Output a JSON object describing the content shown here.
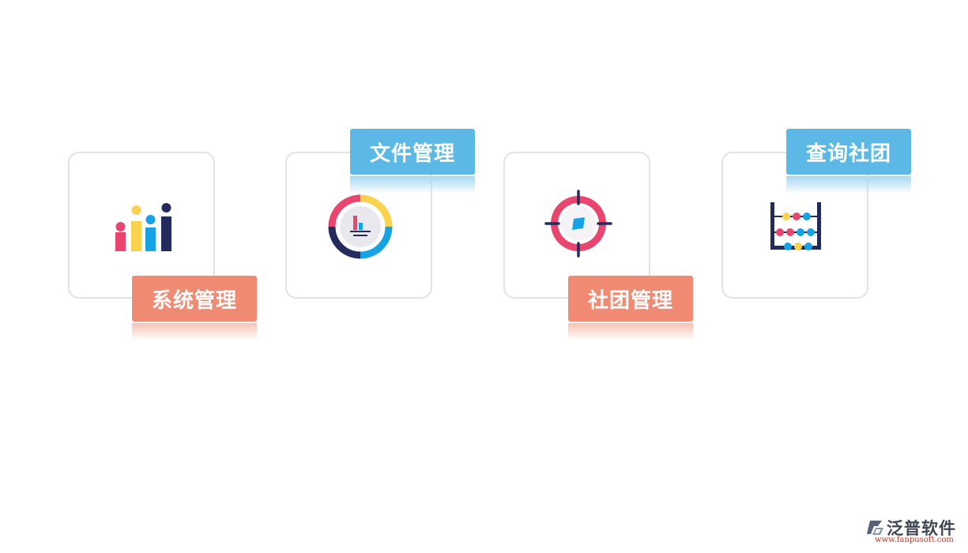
{
  "modules": [
    {
      "label": "系统管理",
      "icon": "bar-chart-icon",
      "label_color": "#f08a73"
    },
    {
      "label": "文件管理",
      "icon": "file-chart-icon",
      "label_color": "#5cb9e6"
    },
    {
      "label": "社团管理",
      "icon": "target-icon",
      "label_color": "#f08a73"
    },
    {
      "label": "查询社团",
      "icon": "abacus-icon",
      "label_color": "#5cb9e6"
    }
  ],
  "brand": {
    "name": "泛普软件",
    "url": "www.fanpusoft.com",
    "logo_icon": "fanpu-logo-icon"
  },
  "colors": {
    "blue": "#5cb9e6",
    "salmon": "#f08a73",
    "pink": "#e9456f",
    "yellow": "#fbd24e",
    "navy": "#232a5c",
    "sky": "#16a3e6"
  }
}
